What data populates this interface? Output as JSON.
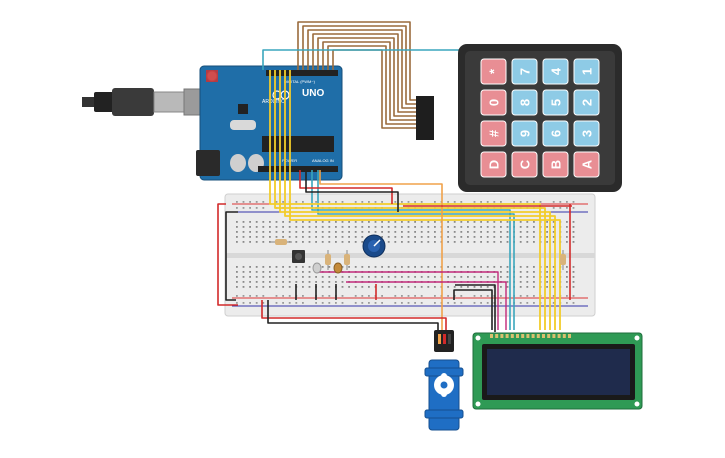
{
  "arduino": {
    "model": "UNO",
    "brand": "ARDUINO",
    "label_digital": "DIGITAL (PWM~)",
    "label_power": "POWER",
    "label_analog": "ANALOG IN"
  },
  "keypad": {
    "keys": [
      [
        "*",
        "7",
        "4",
        "1"
      ],
      [
        "0",
        "8",
        "5",
        "2"
      ],
      [
        "#",
        "9",
        "6",
        "3"
      ],
      [
        "D",
        "C",
        "B",
        "A"
      ]
    ]
  },
  "colors": {
    "background": "#ffffff",
    "arduino_board": "#1f6ea8",
    "keypad_body": "#2b2b2b",
    "key_red": "#e88e94",
    "key_blue": "#8ecbe6",
    "breadboard": "#ececec",
    "lcd_board": "#2f9a55",
    "lcd_screen": "#1f2b4c",
    "servo_body": "#1f6ec4",
    "wire_brown": "#9a6a3c",
    "wire_yellow": "#f2cc2a",
    "wire_teal": "#3aa6bd",
    "wire_red": "#d22a2a",
    "wire_black": "#222222",
    "wire_orange": "#f0a24a",
    "wire_magenta": "#c2297a"
  },
  "components": {
    "pushbutton": "pushbutton",
    "potentiometer": "potentiometer",
    "resistors": 4,
    "leds": 2
  }
}
